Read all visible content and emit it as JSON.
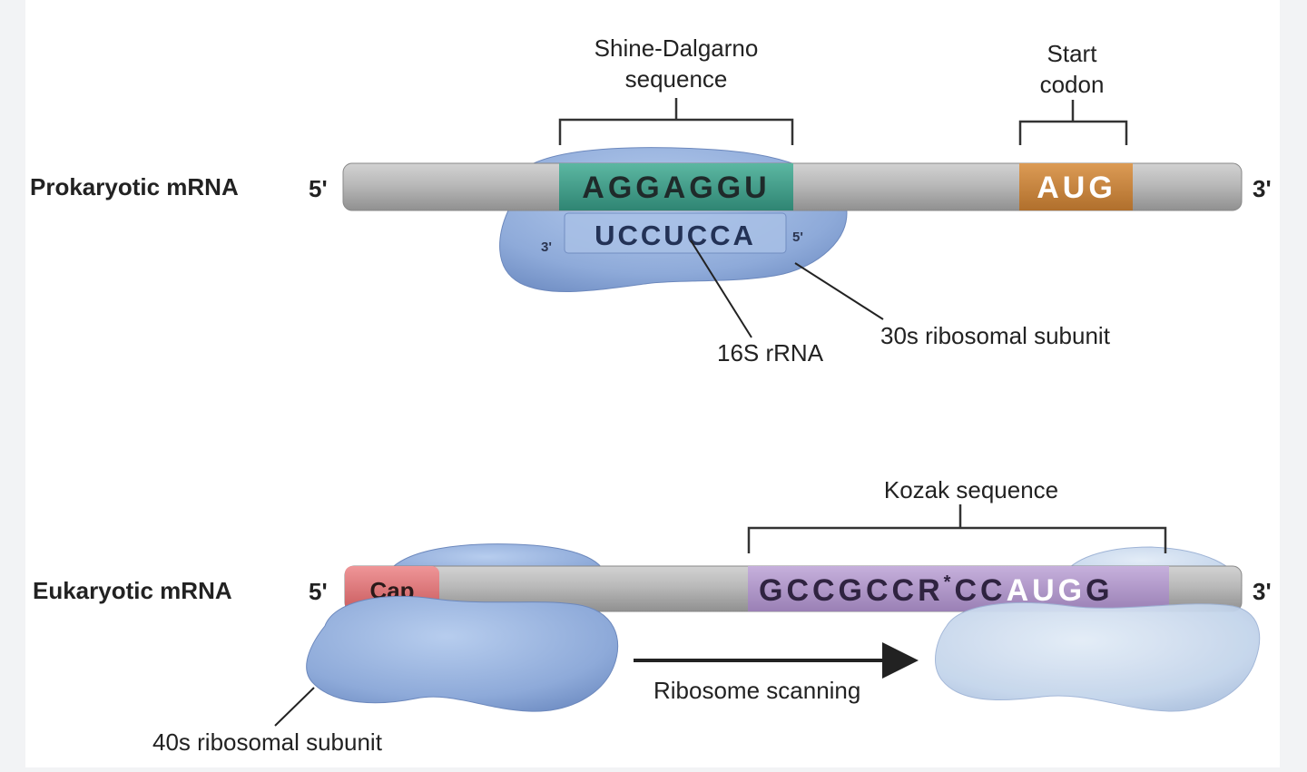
{
  "prokaryotic": {
    "row_label": "Prokaryotic mRNA",
    "five_prime": "5'",
    "three_prime": "3'",
    "shine_dalgarno_label_line1": "Shine-Dalgarno",
    "shine_dalgarno_label_line2": "sequence",
    "shine_dalgarno_sequence": "AGGAGGU",
    "start_codon_label_line1": "Start",
    "start_codon_label_line2": "codon",
    "start_codon_sequence": "AUG",
    "rrna_sequence": "UCCUCCA",
    "rrna_three_prime": "3'",
    "rrna_five_prime": "5'",
    "rrna_label": "16S rRNA",
    "subunit_label": "30s ribosomal subunit"
  },
  "eukaryotic": {
    "row_label": "Eukaryotic mRNA",
    "five_prime": "5'",
    "three_prime": "3'",
    "cap_label": "Cap",
    "kozak_label": "Kozak sequence",
    "kozak_prefix": "GCCGCCR",
    "kozak_marker": "*",
    "kozak_mid": "CC",
    "kozak_start": "AUG",
    "kozak_suffix": "G",
    "scanning_label": "Ribosome scanning",
    "subunit_label": "40s ribosomal subunit"
  },
  "colors": {
    "mrna": "#b4b4b4",
    "shine_dalgarno": "#3e9c88",
    "start_codon": "#c8843c",
    "ribosome": "#93aedb",
    "ribosome_light": "#c3d4ea",
    "cap": "#e0777a",
    "kozak": "#b199c8"
  }
}
